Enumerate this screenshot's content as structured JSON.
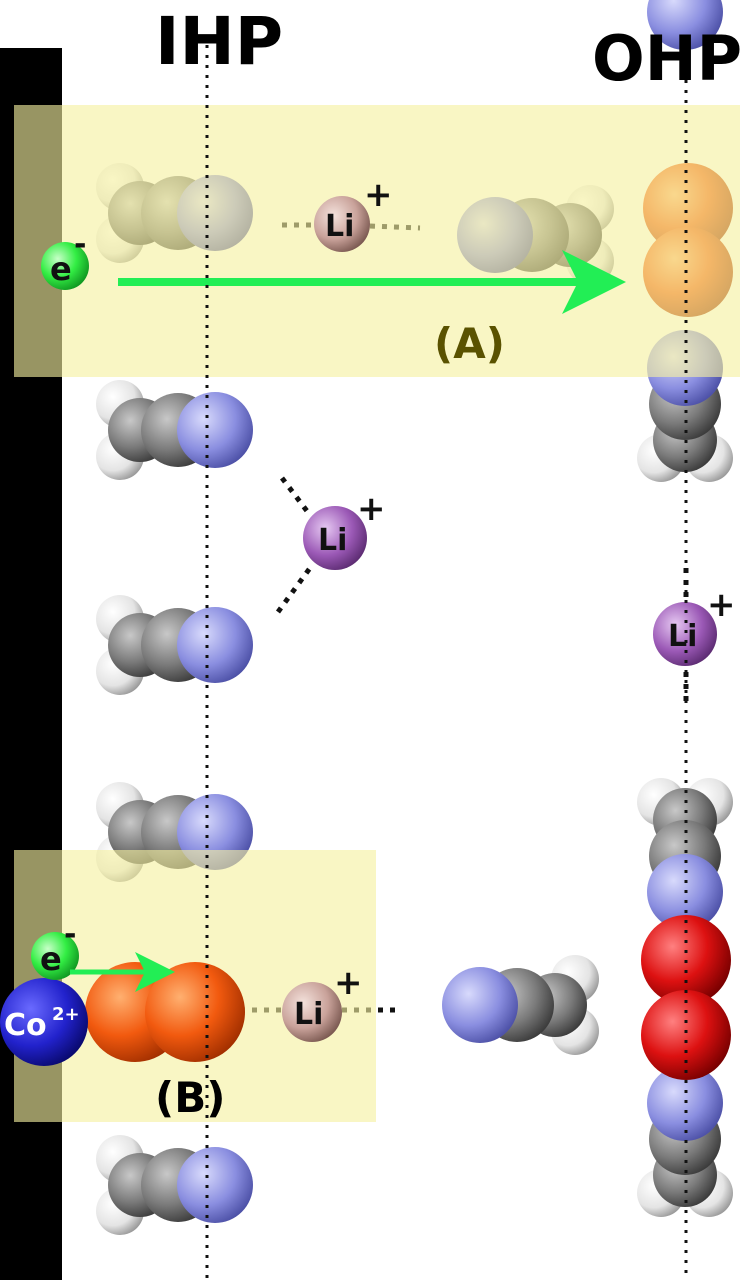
{
  "planes": {
    "ihp": "IHP",
    "ohp": "OHP"
  },
  "regions": {
    "a": "(A)",
    "b": "(B)"
  },
  "ion_label": "Li",
  "ion_charge": "+",
  "electron_label": "e",
  "electron_charge": "-",
  "cobalt_label": "Co",
  "cobalt_charge": "2+",
  "colors": {
    "electrode": "#000000",
    "highlight": "#f6f0a0",
    "arrow": "#22ee55",
    "li_purple": "#9b59b6",
    "li_tan": "#c9a29a",
    "cobalt": "#2222cc",
    "oxygen_orange": "#f25a0f",
    "oxygen_red": "#dd1111",
    "carbon": "#7a7a7a",
    "nitrogen": "#8a8ee0",
    "hydrogen": "#e8e8e8"
  }
}
